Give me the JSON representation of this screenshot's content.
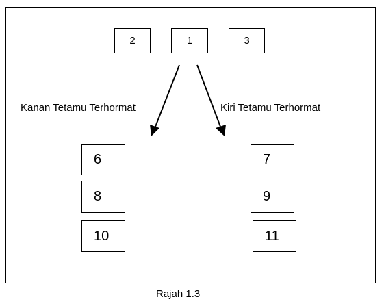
{
  "head_table": {
    "left_seat": "2",
    "center_seat": "1",
    "right_seat": "3"
  },
  "directions": {
    "left_label": "Kanan Tetamu Terhormat",
    "right_label": "Kiri Tetamu Terhormat"
  },
  "left_column": [
    "6",
    "8",
    "10"
  ],
  "right_column": [
    "7",
    "9",
    "11"
  ],
  "caption": "Rajah 1.3"
}
